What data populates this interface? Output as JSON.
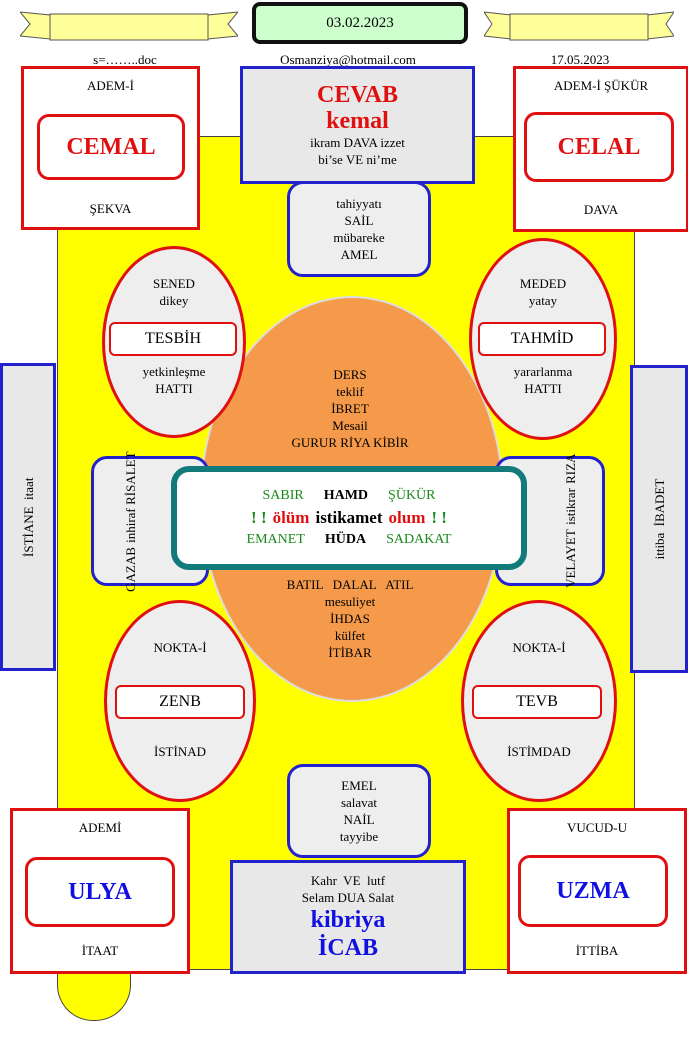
{
  "header": {
    "date_center": "03.02.2023",
    "file_left": "s=……..doc",
    "email": "Osmanziya@hotmail.com",
    "date_right": "17.05.2023"
  },
  "top_center": {
    "title1": "CEVAB",
    "title2": "kemal",
    "line1": "ikram DAVA izzet",
    "line2": "bi’se VE ni’me"
  },
  "top_left": {
    "top": "ADEM-İ",
    "main": "CEMAL",
    "bottom": "ŞEKVA"
  },
  "top_right": {
    "top": "ADEM-İ ŞÜKÜR",
    "main": "CELAL",
    "bottom": "DAVA"
  },
  "top_pill": {
    "lines": [
      "tahiyyatı",
      "SAİL",
      "mübareke",
      "AMEL"
    ]
  },
  "upper_left_ellipse": {
    "l1": "SENED",
    "l2": "dikey",
    "box": "TESBİH",
    "l3": "yetkinleşme",
    "l4": "HATTI"
  },
  "upper_right_ellipse": {
    "l1": "MEDED",
    "l2": "yatay",
    "box": "TAHMİD",
    "l3": "yararlanma",
    "l4": "HATTI"
  },
  "left_side": {
    "l1": "İSTİANE",
    "l2": "itaat"
  },
  "right_side": {
    "l1": "ittiba",
    "l2": "İBADET"
  },
  "center_top": {
    "lines": [
      "DERS",
      "teklif",
      "İBRET",
      "Mesail",
      "GURUR RİYA KİBİR"
    ]
  },
  "center_box": {
    "row1": {
      "a": "SABIR",
      "b": "HAMD",
      "c": "ŞÜKÜR"
    },
    "row2": {
      "ex1": "! !",
      "w1": "ölüm",
      "w2": "istikamet",
      "w3": "olum",
      "ex2": "! !"
    },
    "row3": {
      "a": "EMANET",
      "b": "HÜDA",
      "c": "SADAKAT"
    }
  },
  "left_mid": {
    "l1": "GAZAB",
    "l2": "inhiraf",
    "l3": "RİSALET"
  },
  "right_mid": {
    "l1": "VELAYET",
    "l2": "istikrar",
    "l3": "RIZA"
  },
  "center_bottom": {
    "lines": [
      "BATIL   DALAL   ATIL",
      "mesuliyet",
      "İHDAS",
      "külfet",
      "İTİBAR"
    ]
  },
  "lower_left_ellipse": {
    "l1": "NOKTA-İ",
    "box": "ZENB",
    "l2": "İSTİNAD"
  },
  "lower_right_ellipse": {
    "l1": "NOKTA-İ",
    "box": "TEVB",
    "l2": "İSTİMDAD"
  },
  "bottom_pill": {
    "lines": [
      "EMEL",
      "salavat",
      "NAİL",
      "tayyibe"
    ]
  },
  "bottom_left": {
    "top": "ADEMİ",
    "main": "ULYA",
    "bottom": "İTAAT"
  },
  "bottom_right": {
    "top": "VUCUD-U",
    "main": "UZMA",
    "bottom": "İTTİBA"
  },
  "bottom_center": {
    "line1": "Kahr  VE  lutf",
    "line2": "Selam DUA Salat",
    "title1": "kibriya",
    "title2": "İCAB"
  },
  "colors": {
    "yellow": "#ffff00",
    "red": "#e01010",
    "blue": "#1010e0",
    "orange": "#f59a4a",
    "teal": "#127a7a",
    "green": "#1a8a1a",
    "banner": "#ffff99"
  }
}
